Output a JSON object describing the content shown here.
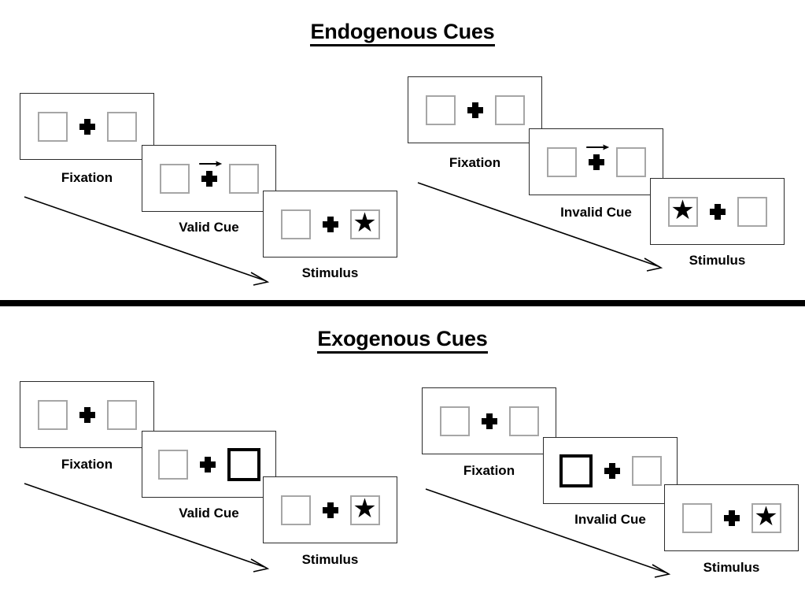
{
  "sections": [
    {
      "id": "endogenous",
      "title": "Endogenous Cues",
      "sequences": [
        {
          "id": "endogenous-valid",
          "frames": [
            {
              "label": "Fixation",
              "cue_type": "none",
              "cue_side": "none",
              "star_side": "none"
            },
            {
              "label": "Valid Cue",
              "cue_type": "arrow",
              "cue_side": "right",
              "star_side": "none"
            },
            {
              "label": "Stimulus",
              "cue_type": "none",
              "cue_side": "none",
              "star_side": "right"
            }
          ]
        },
        {
          "id": "endogenous-invalid",
          "frames": [
            {
              "label": "Fixation",
              "cue_type": "none",
              "cue_side": "none",
              "star_side": "none"
            },
            {
              "label": "Invalid Cue",
              "cue_type": "arrow",
              "cue_side": "right",
              "star_side": "none"
            },
            {
              "label": "Stimulus",
              "cue_type": "none",
              "cue_side": "none",
              "star_side": "left"
            }
          ]
        }
      ]
    },
    {
      "id": "exogenous",
      "title": "Exogenous Cues",
      "sequences": [
        {
          "id": "exogenous-valid",
          "frames": [
            {
              "label": "Fixation",
              "cue_type": "none",
              "cue_side": "none",
              "star_side": "none"
            },
            {
              "label": "Valid Cue",
              "cue_type": "box",
              "cue_side": "right",
              "star_side": "none"
            },
            {
              "label": "Stimulus",
              "cue_type": "none",
              "cue_side": "none",
              "star_side": "right"
            }
          ]
        },
        {
          "id": "exogenous-invalid",
          "frames": [
            {
              "label": "Fixation",
              "cue_type": "none",
              "cue_side": "none",
              "star_side": "none"
            },
            {
              "label": "Invalid Cue",
              "cue_type": "box",
              "cue_side": "left",
              "star_side": "none"
            },
            {
              "label": "Stimulus",
              "cue_type": "none",
              "cue_side": "none",
              "star_side": "right"
            }
          ]
        }
      ]
    }
  ],
  "glyphs": {
    "star": "★",
    "plus": "plus-fixation-cross",
    "cue_arrow": "right-arrow-cue",
    "time_arrow": "time-flow-arrow"
  },
  "colors": {
    "frame_border": "#2b2b2b",
    "box_border": "#a6a6a6",
    "cue_box_border": "#000000",
    "ink": "#000000",
    "background": "#ffffff",
    "divider": "#000000"
  }
}
